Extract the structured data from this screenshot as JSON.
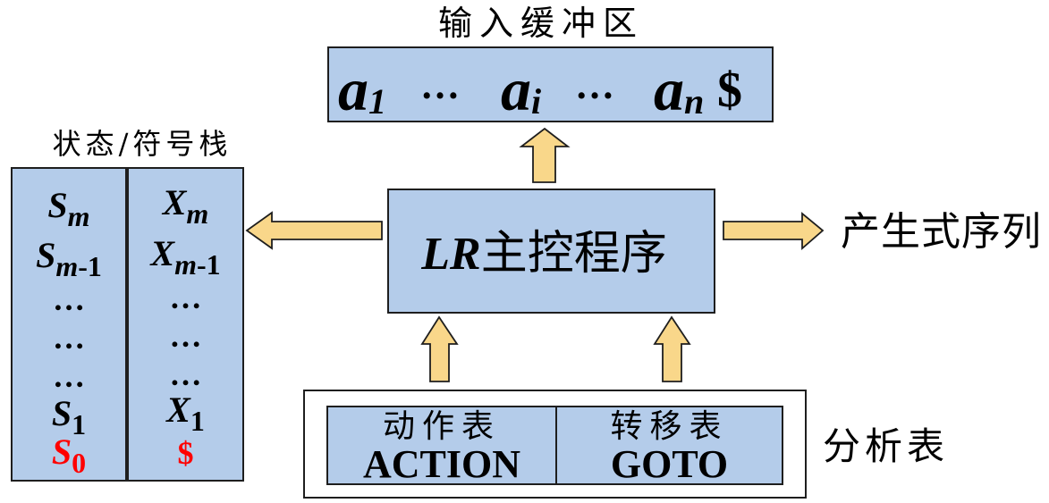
{
  "colors": {
    "box_fill": "#B4CCEA",
    "arrow_fill": "#F9D78A",
    "outline": "#1E1E1E",
    "highlight": "#FF0000",
    "text": "#000000"
  },
  "input_buffer": {
    "label": "输入缓冲区",
    "items": [
      {
        "base": "a",
        "sub": "1"
      },
      {
        "text": "…"
      },
      {
        "base": "a",
        "sub": "i"
      },
      {
        "text": "…"
      },
      {
        "base": "a",
        "sub": "n"
      },
      {
        "text": "$"
      }
    ]
  },
  "stack": {
    "label": "状态/符号栈",
    "states": [
      {
        "base": "S",
        "sub_italic": "m",
        "sub_upright": ""
      },
      {
        "base": "S",
        "sub_italic": "m",
        "sub_upright": "-1"
      },
      {
        "text": "…"
      },
      {
        "text": "…"
      },
      {
        "text": "…"
      },
      {
        "base": "S",
        "sub_italic": "",
        "sub_upright": "1"
      },
      {
        "base": "S",
        "sub_italic": "",
        "sub_upright": "0",
        "highlight": true
      }
    ],
    "symbols": [
      {
        "base": "X",
        "sub_italic": "m",
        "sub_upright": ""
      },
      {
        "base": "X",
        "sub_italic": "m",
        "sub_upright": "-1"
      },
      {
        "text": "…"
      },
      {
        "text": "…"
      },
      {
        "text": "…"
      },
      {
        "base": "X",
        "sub_italic": "",
        "sub_upright": "1"
      },
      {
        "text": "$",
        "highlight": true
      }
    ]
  },
  "driver": {
    "italic_prefix": "LR",
    "label": "主控程序"
  },
  "output": {
    "label": "产生式序列"
  },
  "parse_table": {
    "label": "分析表",
    "action": {
      "title": "动作表",
      "name": "ACTION"
    },
    "goto": {
      "title": "转移表",
      "name": "GOTO"
    }
  }
}
